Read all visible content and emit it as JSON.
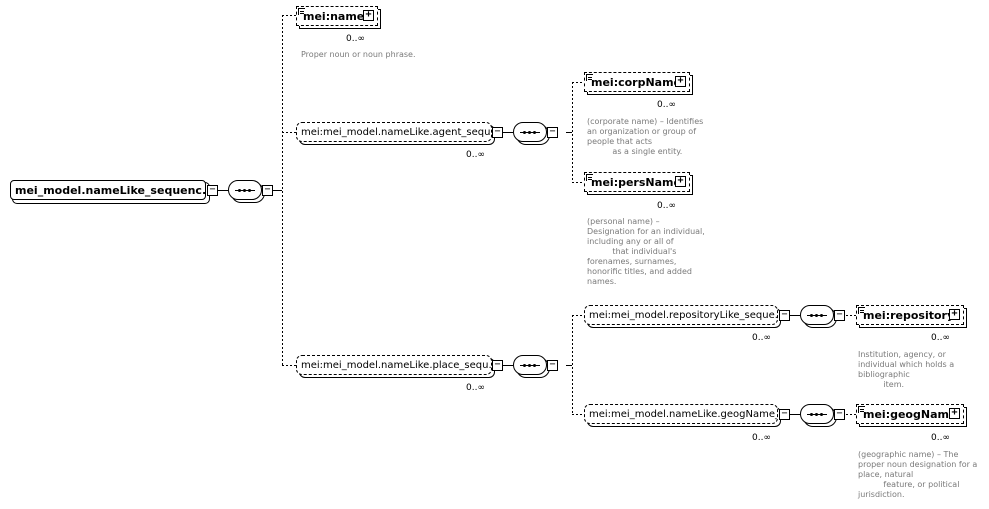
{
  "root": {
    "label": "mei_model.nameLike_sequenc..."
  },
  "level1": {
    "name": {
      "label": "mei:name",
      "card": "0..∞",
      "doc": "Proper noun or noun phrase."
    },
    "agent_sequence": {
      "label": "mei:mei_model.nameLike.agent_sequ...",
      "card": "0..∞"
    },
    "place_sequence": {
      "label": "mei:mei_model.nameLike.place_sequ...",
      "card": "0..∞"
    }
  },
  "agent_children": {
    "corpName": {
      "label": "mei:corpName",
      "card": "0..∞",
      "doc": "(corporate name) – Identifies\nan organization or group of\npeople that acts\n          as a single entity."
    },
    "persName": {
      "label": "mei:persName",
      "card": "0..∞",
      "doc": "(personal name) –\nDesignation for an individual,\nincluding any or all of\n          that individual's\nforenames, surnames,\nhonorific titles, and added\nnames."
    }
  },
  "place_children": {
    "repositoryLike": {
      "label": "mei:mei_model.repositoryLike_seque...",
      "card": "0..∞"
    },
    "geogName_seq": {
      "label": "mei:mei_model.nameLike.geogName_...",
      "card": "0..∞"
    }
  },
  "leaves": {
    "repository": {
      "label": "mei:repository",
      "card": "0..∞",
      "doc": "Institution, agency, or\nindividual which holds a\nbibliographic\n          item."
    },
    "geogName": {
      "label": "mei:geogName",
      "card": "0..∞",
      "doc": "(geographic name) – The\nproper noun designation for a\nplace, natural\n          feature, or political\njurisdiction."
    }
  },
  "icons": {
    "expand": "plus-icon",
    "collapse": "minus-icon",
    "sequence": "sequence-compositor-icon"
  }
}
